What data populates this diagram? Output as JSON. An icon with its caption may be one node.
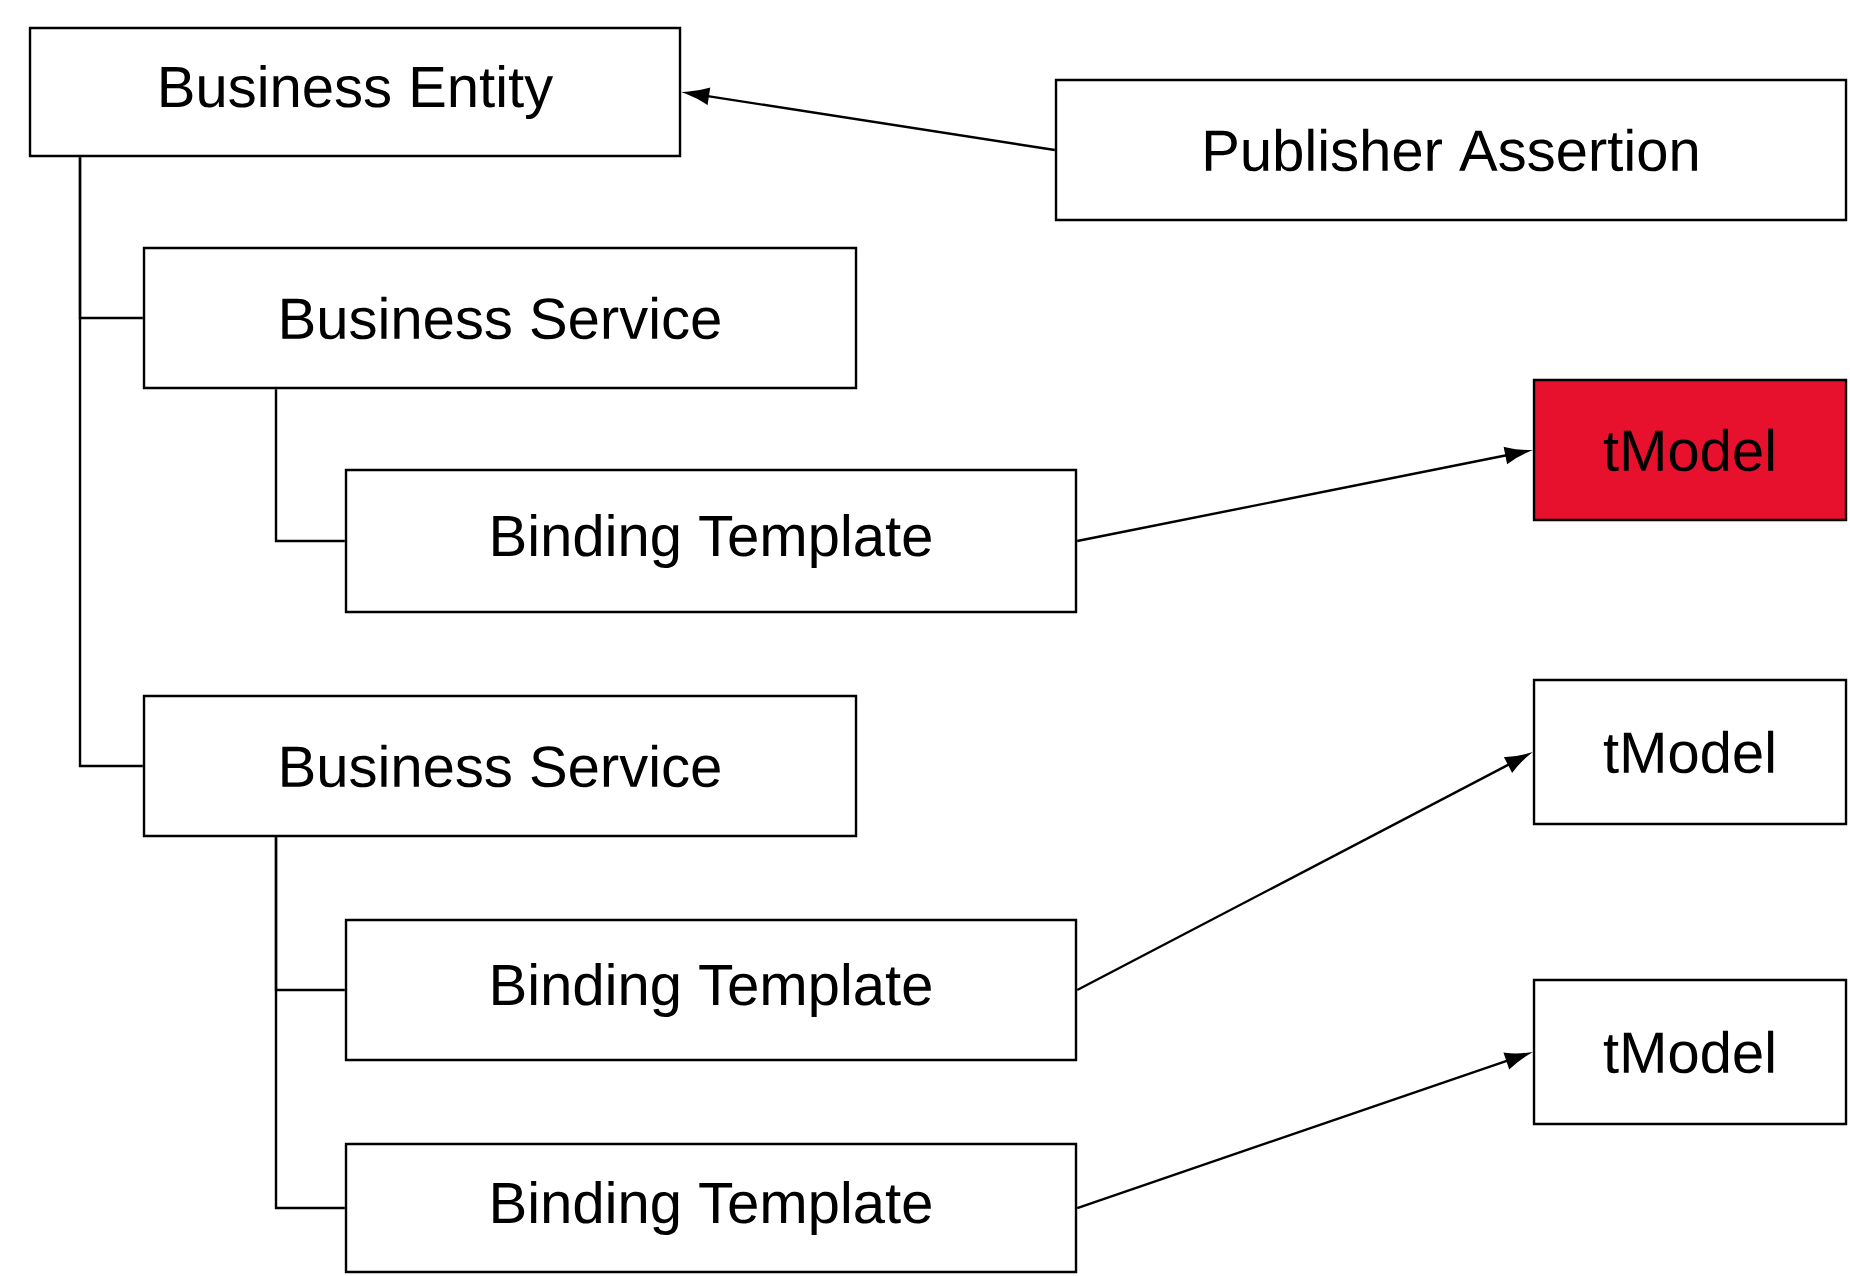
{
  "diagram": {
    "nodes": [
      {
        "text": [
          "Business Entity"
        ]
      },
      {
        "text": [
          "Publisher Assertion"
        ]
      },
      {
        "text": [
          "Business Service"
        ]
      },
      {
        "text": [
          "Binding Template"
        ]
      },
      {
        "text": [
          "tModel"
        ]
      },
      {
        "text": [
          "Business Service"
        ]
      },
      {
        "text": [
          "tModel"
        ]
      },
      {
        "text": [
          "Binding Template"
        ]
      },
      {
        "text": [
          "tModel"
        ]
      },
      {
        "text": [
          "Binding Template"
        ]
      }
    ],
    "edges": [
      {
        "from": 1,
        "to": 0,
        "arrow": "to"
      },
      {
        "from": 0,
        "to": 2,
        "arrow": "none"
      },
      {
        "from": 2,
        "to": 3,
        "arrow": "none"
      },
      {
        "from": 3,
        "to": 4,
        "arrow": "to"
      },
      {
        "from": 0,
        "to": 5,
        "arrow": "none"
      },
      {
        "from": 5,
        "to": 7,
        "arrow": "none"
      },
      {
        "from": 7,
        "to": 6,
        "arrow": "to"
      },
      {
        "from": 5,
        "to": 9,
        "arrow": "none"
      },
      {
        "from": 9,
        "to": 8,
        "arrow": "to"
      }
    ]
  }
}
